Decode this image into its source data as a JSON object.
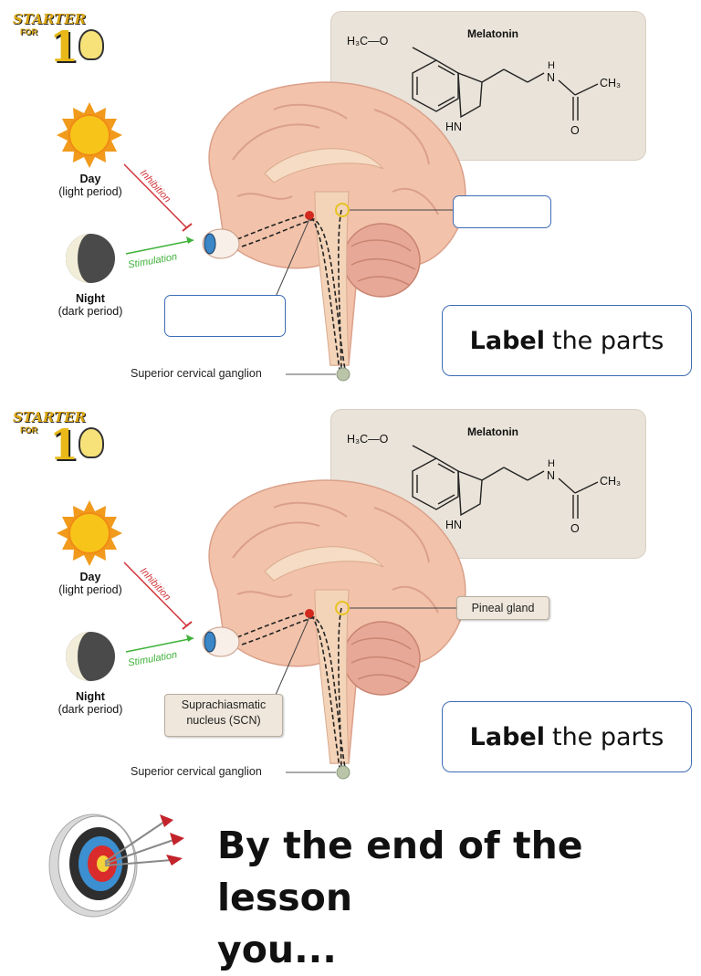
{
  "logo": {
    "word": "STARTER",
    "for": "FOR",
    "one": "1"
  },
  "molecule": {
    "title": "Melatonin",
    "methoxy": "H₃C—O",
    "nh": "N",
    "h": "H",
    "hn": "HN",
    "ch3": "CH₃",
    "oxygen": "O"
  },
  "day": {
    "label": "Day",
    "sub": "(light period)"
  },
  "night": {
    "label": "Night",
    "sub": "(dark period)"
  },
  "arrows": {
    "inhibition": "Inhibition",
    "stimulation": "Stimulation"
  },
  "ganglion": "Superior cervical ganglion",
  "task": {
    "bold": "Label",
    "rest": "the parts"
  },
  "answers": {
    "pineal": "Pineal gland",
    "scn_line1": "Suprachiasmatic",
    "scn_line2": "nucleus (SCN)"
  },
  "objective": {
    "line1": "By the end of the lesson",
    "line2": "you..."
  },
  "colors": {
    "brain": "#f2c2aa",
    "brain_dark": "#e09d86",
    "inhibition": "#d0343a",
    "stimulation": "#3fb23a",
    "box_border": "#3d6cb5",
    "chem_bg": "#e9e3d9"
  }
}
